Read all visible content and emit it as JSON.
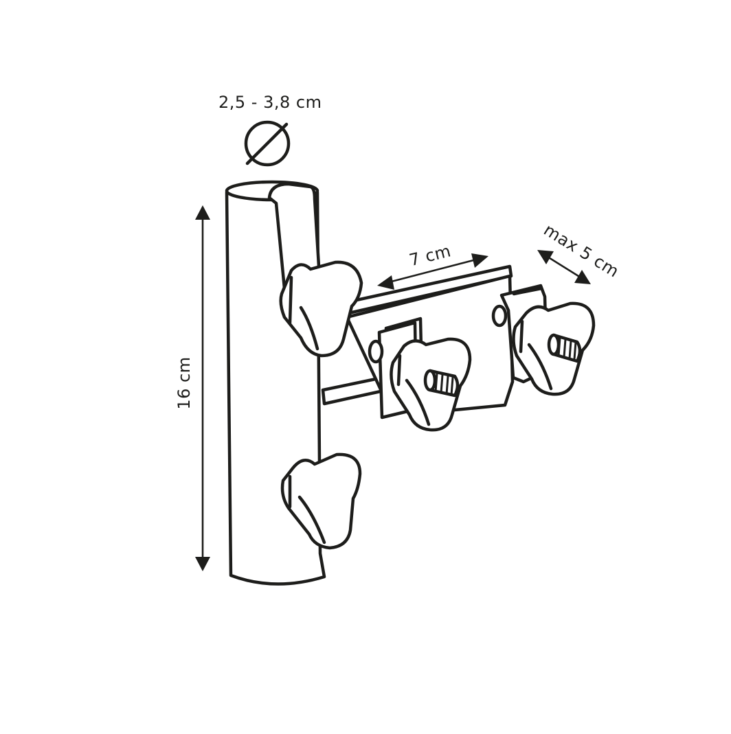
{
  "labels": {
    "diameter_range": "2,5 -  3,8   cm",
    "height": "16 cm",
    "arm_width": "7 cm",
    "clamp_max": "max 5 cm"
  },
  "icons": [
    "diameter-symbol-icon",
    "knob-icon"
  ],
  "colors": {
    "line": "#1d1d1b",
    "background": "#ffffff"
  }
}
